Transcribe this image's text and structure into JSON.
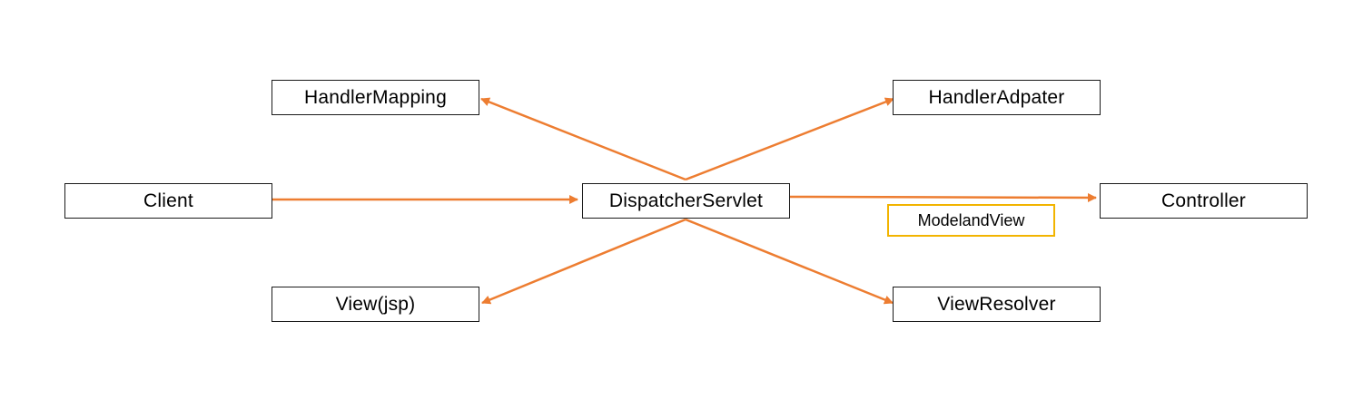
{
  "nodes": {
    "handler_mapping": "HandlerMapping",
    "handler_adapter": "HandlerAdpater",
    "client": "Client",
    "dispatcher_servlet": "DispatcherServlet",
    "controller": "Controller",
    "view": "View(jsp)",
    "view_resolver": "ViewResolver"
  },
  "edge_label": "ModelandView",
  "colors": {
    "arrow": "#ED7D31",
    "node_border": "#1a1a1a",
    "label_border": "#F2B400"
  }
}
